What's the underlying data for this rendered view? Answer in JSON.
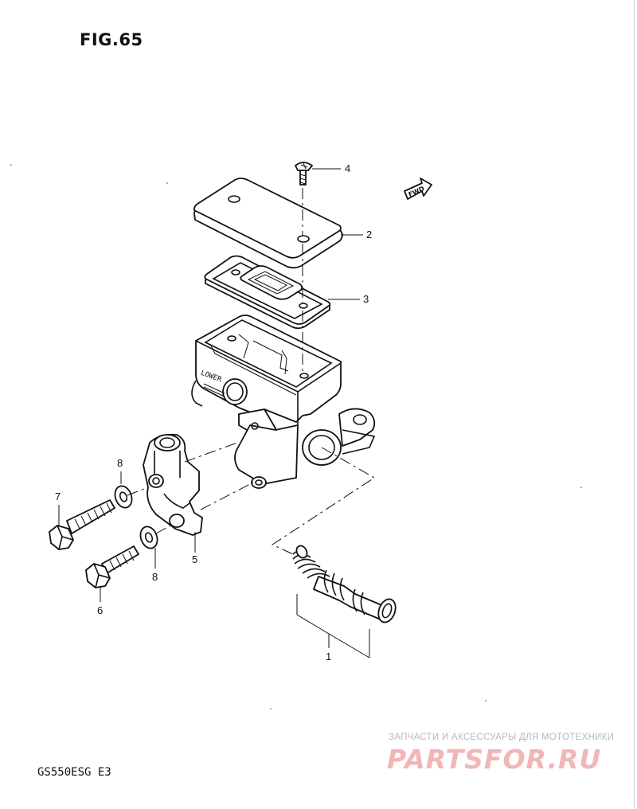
{
  "figure": {
    "title": "FIG.65",
    "model_code": "GS550ESG E3"
  },
  "direction_arrow": {
    "label": "FWD"
  },
  "body_marking": "LOWER",
  "callouts": [
    {
      "number": "1"
    },
    {
      "number": "2"
    },
    {
      "number": "3"
    },
    {
      "number": "4"
    },
    {
      "number": "5"
    },
    {
      "number": "6"
    },
    {
      "number": "7"
    },
    {
      "number": "8"
    },
    {
      "number": "8"
    }
  ],
  "watermark": {
    "tagline": "ЗАПЧАСТИ И АКСЕССУАРЫ ДЛЯ МОТОТЕХНИКИ",
    "logo": "PARTSFOR.RU"
  }
}
